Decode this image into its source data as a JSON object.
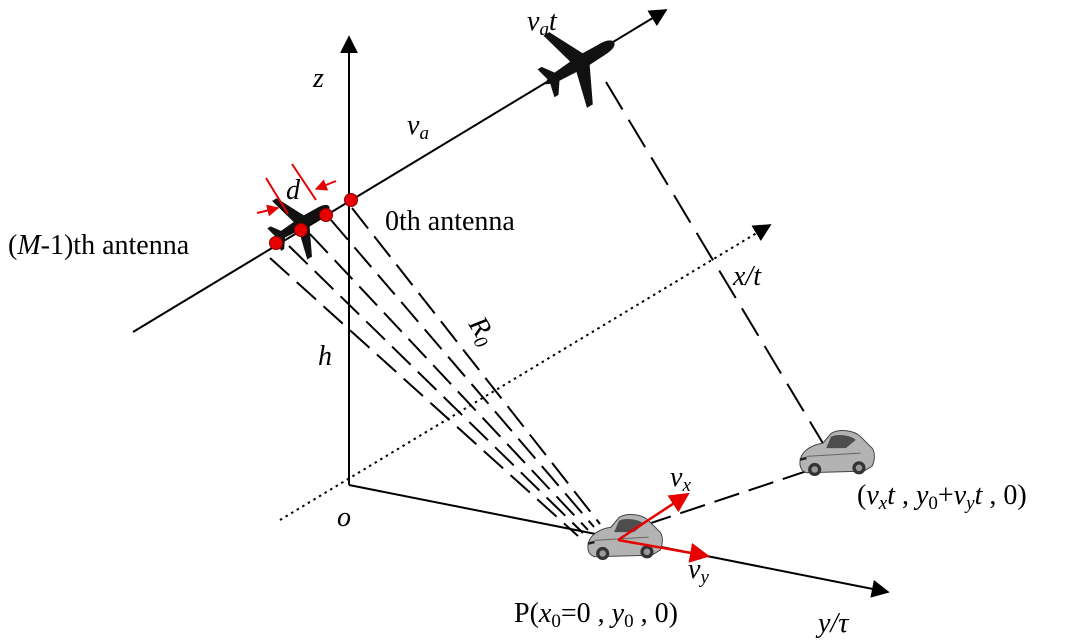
{
  "colors": {
    "ink": "#000000",
    "accent": "#e60000",
    "car_body": "#b3b3b3",
    "car_dark": "#4d4d4d"
  },
  "icons": [
    "airplane-icon",
    "car-icon"
  ],
  "labels": {
    "z_axis": "z",
    "origin": "o",
    "x_axis": "x/t",
    "y_axis": "y/τ",
    "height": "h",
    "velocity_a": {
      "main": "v",
      "sub": "a"
    },
    "displacement": {
      "main": "v",
      "sub": "a",
      "tail": "t"
    },
    "spacing": "d",
    "antenna_0": "0th antenna",
    "antenna_last": {
      "open": "(",
      "var": "M",
      "rest": "-1)th antenna"
    },
    "range": {
      "main": "R",
      "sub": "0"
    },
    "vx": {
      "main": "v",
      "sub": "x"
    },
    "vy": {
      "main": "v",
      "sub": "y"
    },
    "point_p": {
      "p1": "P(",
      "p2": "x",
      "p3": "0",
      "p4": "=0 , ",
      "p5": "y",
      "p6": "0",
      "p7": " , 0)"
    },
    "point_moved": {
      "p1": "(",
      "p2": "v",
      "p3": "x",
      "p4": "t",
      "p5": " , ",
      "p6": "y",
      "p7": "0",
      "p8": "+",
      "p9": "v",
      "p10": "y",
      "p11": "t",
      "p12": " , 0)"
    }
  }
}
